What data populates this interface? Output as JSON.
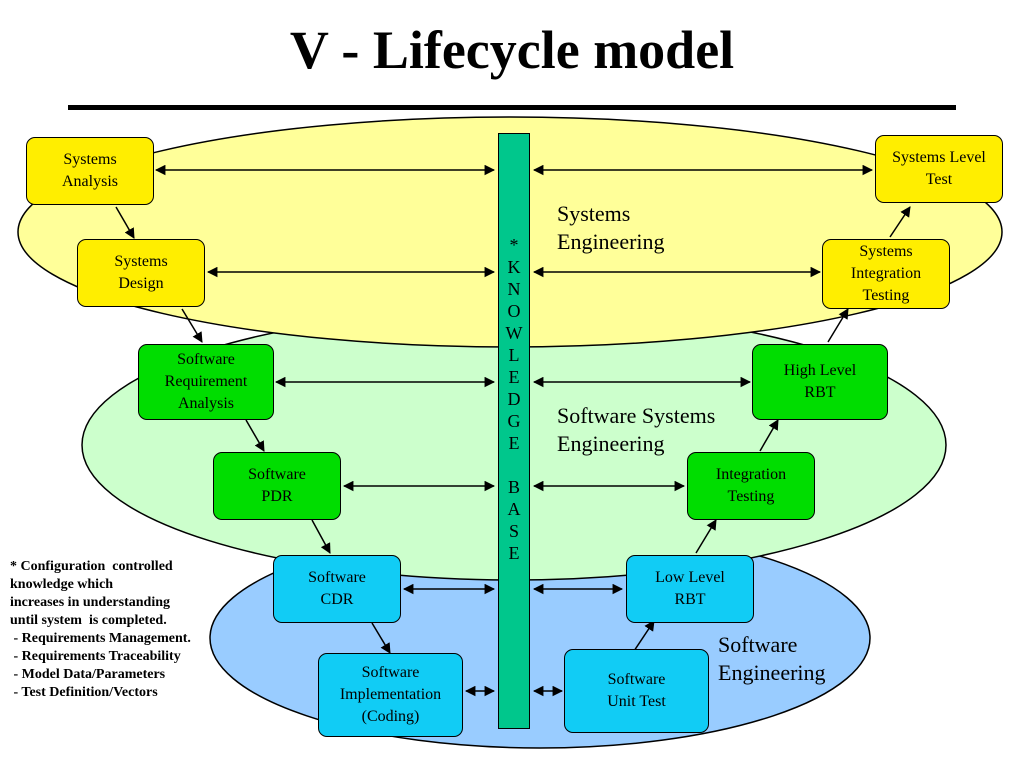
{
  "title": "V - Lifecycle model",
  "regions": {
    "systems_engineering": "Systems\nEngineering",
    "software_systems_engineering": "Software Systems\nEngineering",
    "software_engineering": "Software\nEngineering"
  },
  "knowledge_base": "*\nK\nN\nO\nW\nL\nE\nD\nG\nE\n\nB\nA\nS\nE",
  "left_phases": [
    "Systems\nAnalysis",
    "Systems\nDesign",
    "Software\nRequirement\nAnalysis",
    "Software\nPDR",
    "Software\nCDR",
    "Software\nImplementation\n(Coding)"
  ],
  "right_phases": [
    "Systems Level\nTest",
    "Systems\nIntegration\nTesting",
    "High Level\nRBT",
    "Integration\nTesting",
    "Low Level\nRBT",
    "Software\nUnit Test"
  ],
  "note": {
    "lines": [
      "* Configuration  controlled",
      "knowledge which",
      "increases in understanding",
      "until system  is completed.",
      " - Requirements Management.",
      " - Requirements Traceability",
      " - Model Data/Parameters",
      " - Test Definition/Vectors"
    ]
  },
  "colors": {
    "systems_region": "#ffff99",
    "software_systems_region": "#ccffcc",
    "software_region": "#99ccff",
    "systems_box": "#ffee00",
    "software_systems_box": "#00dd00",
    "software_box": "#11ccf5",
    "knowledge_base": "#00c78c"
  }
}
